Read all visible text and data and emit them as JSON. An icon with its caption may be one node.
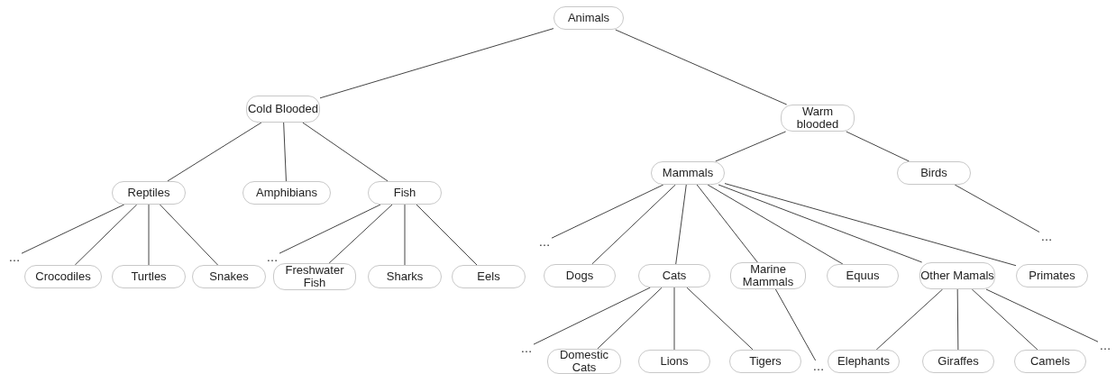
{
  "diagram": {
    "nodes": [
      {
        "text": [
          "Animals"
        ]
      },
      {
        "text": [
          "Cold Blooded"
        ]
      },
      {
        "text": [
          "Warm blooded"
        ]
      },
      {
        "text": [
          "Reptiles"
        ]
      },
      {
        "text": [
          "Amphibians"
        ]
      },
      {
        "text": [
          "Fish"
        ]
      },
      {
        "text": [
          "Mammals"
        ]
      },
      {
        "text": [
          "Birds"
        ]
      },
      {
        "text": [
          "…"
        ]
      },
      {
        "text": [
          "Crocodiles"
        ]
      },
      {
        "text": [
          "Turtles"
        ]
      },
      {
        "text": [
          "Snakes"
        ]
      },
      {
        "text": [
          "…"
        ]
      },
      {
        "text": [
          "Freshwater Fish"
        ]
      },
      {
        "text": [
          "Sharks"
        ]
      },
      {
        "text": [
          "Eels"
        ]
      },
      {
        "text": [
          "…"
        ]
      },
      {
        "text": [
          "Dogs"
        ]
      },
      {
        "text": [
          "Cats"
        ]
      },
      {
        "text": [
          "Marine Mammals"
        ]
      },
      {
        "text": [
          "Equus"
        ]
      },
      {
        "text": [
          "Other Mamals"
        ]
      },
      {
        "text": [
          "Primates"
        ]
      },
      {
        "text": [
          "…"
        ]
      },
      {
        "text": [
          "…"
        ]
      },
      {
        "text": [
          "Domestic Cats"
        ]
      },
      {
        "text": [
          "Lions"
        ]
      },
      {
        "text": [
          "Tigers"
        ]
      },
      {
        "text": [
          "…"
        ]
      },
      {
        "text": [
          "Elephants"
        ]
      },
      {
        "text": [
          "Giraffes"
        ]
      },
      {
        "text": [
          "Camels"
        ]
      },
      {
        "text": [
          "…"
        ]
      }
    ],
    "edges": [
      {
        "from": 0,
        "to": 1,
        "arrow": "none"
      },
      {
        "from": 0,
        "to": 2,
        "arrow": "none"
      },
      {
        "from": 1,
        "to": 3,
        "arrow": "none"
      },
      {
        "from": 1,
        "to": 4,
        "arrow": "none"
      },
      {
        "from": 1,
        "to": 5,
        "arrow": "none"
      },
      {
        "from": 2,
        "to": 6,
        "arrow": "none"
      },
      {
        "from": 2,
        "to": 7,
        "arrow": "none"
      },
      {
        "from": 3,
        "to": 8,
        "arrow": "none"
      },
      {
        "from": 3,
        "to": 9,
        "arrow": "none"
      },
      {
        "from": 3,
        "to": 10,
        "arrow": "none"
      },
      {
        "from": 3,
        "to": 11,
        "arrow": "none"
      },
      {
        "from": 5,
        "to": 12,
        "arrow": "none"
      },
      {
        "from": 5,
        "to": 13,
        "arrow": "none"
      },
      {
        "from": 5,
        "to": 14,
        "arrow": "none"
      },
      {
        "from": 5,
        "to": 15,
        "arrow": "none"
      },
      {
        "from": 6,
        "to": 16,
        "arrow": "none"
      },
      {
        "from": 6,
        "to": 17,
        "arrow": "none"
      },
      {
        "from": 6,
        "to": 18,
        "arrow": "none"
      },
      {
        "from": 6,
        "to": 19,
        "arrow": "none"
      },
      {
        "from": 6,
        "to": 20,
        "arrow": "none"
      },
      {
        "from": 6,
        "to": 21,
        "arrow": "none"
      },
      {
        "from": 6,
        "to": 22,
        "arrow": "none"
      },
      {
        "from": 7,
        "to": 23,
        "arrow": "none"
      },
      {
        "from": 18,
        "to": 24,
        "arrow": "none"
      },
      {
        "from": 18,
        "to": 25,
        "arrow": "none"
      },
      {
        "from": 18,
        "to": 26,
        "arrow": "none"
      },
      {
        "from": 18,
        "to": 27,
        "arrow": "none"
      },
      {
        "from": 19,
        "to": 28,
        "arrow": "none"
      },
      {
        "from": 21,
        "to": 29,
        "arrow": "none"
      },
      {
        "from": 21,
        "to": 30,
        "arrow": "none"
      },
      {
        "from": 21,
        "to": 31,
        "arrow": "none"
      },
      {
        "from": 21,
        "to": 32,
        "arrow": "none"
      }
    ]
  }
}
